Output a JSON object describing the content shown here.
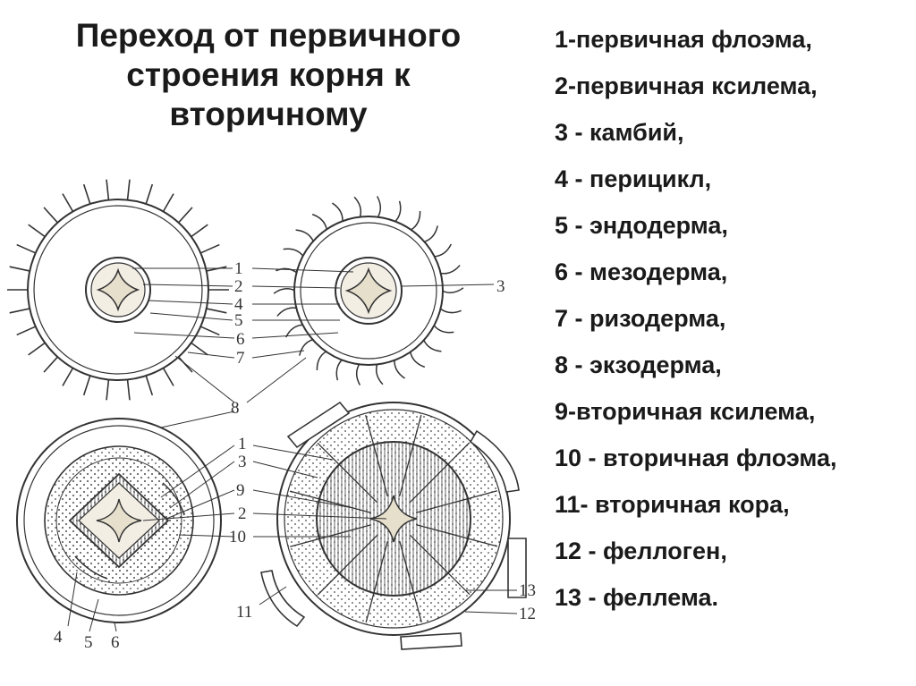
{
  "title": "Переход от первичного строения корня к вторичному",
  "legend": [
    "1-первичная флоэма,",
    "2-первичная ксилема,",
    "3 - камбий,",
    "4 - перицикл,",
    "5 - эндодерма,",
    "6 - мезодерма,",
    "7 - ризодерма,",
    "8 - экзодерма,",
    "9-вторичная ксилема,",
    "10 - вторичная флоэма,",
    "11- вторичная кора,",
    "12 - феллоген,",
    "13 - феллема."
  ],
  "diagram_labels": {
    "d1": [
      "1",
      "2",
      "4",
      "5",
      "6",
      "7"
    ],
    "d2": [
      "3"
    ],
    "shared": [
      "8"
    ],
    "d3_right": [
      "1",
      "3",
      "9",
      "2",
      "10"
    ],
    "d3_bottom": [
      "4",
      "5",
      "6"
    ],
    "d4": [
      "11",
      "13",
      "12"
    ]
  },
  "colors": {
    "line": "#333333",
    "fill": "#f2eee4",
    "text": "#1a1a1a"
  }
}
